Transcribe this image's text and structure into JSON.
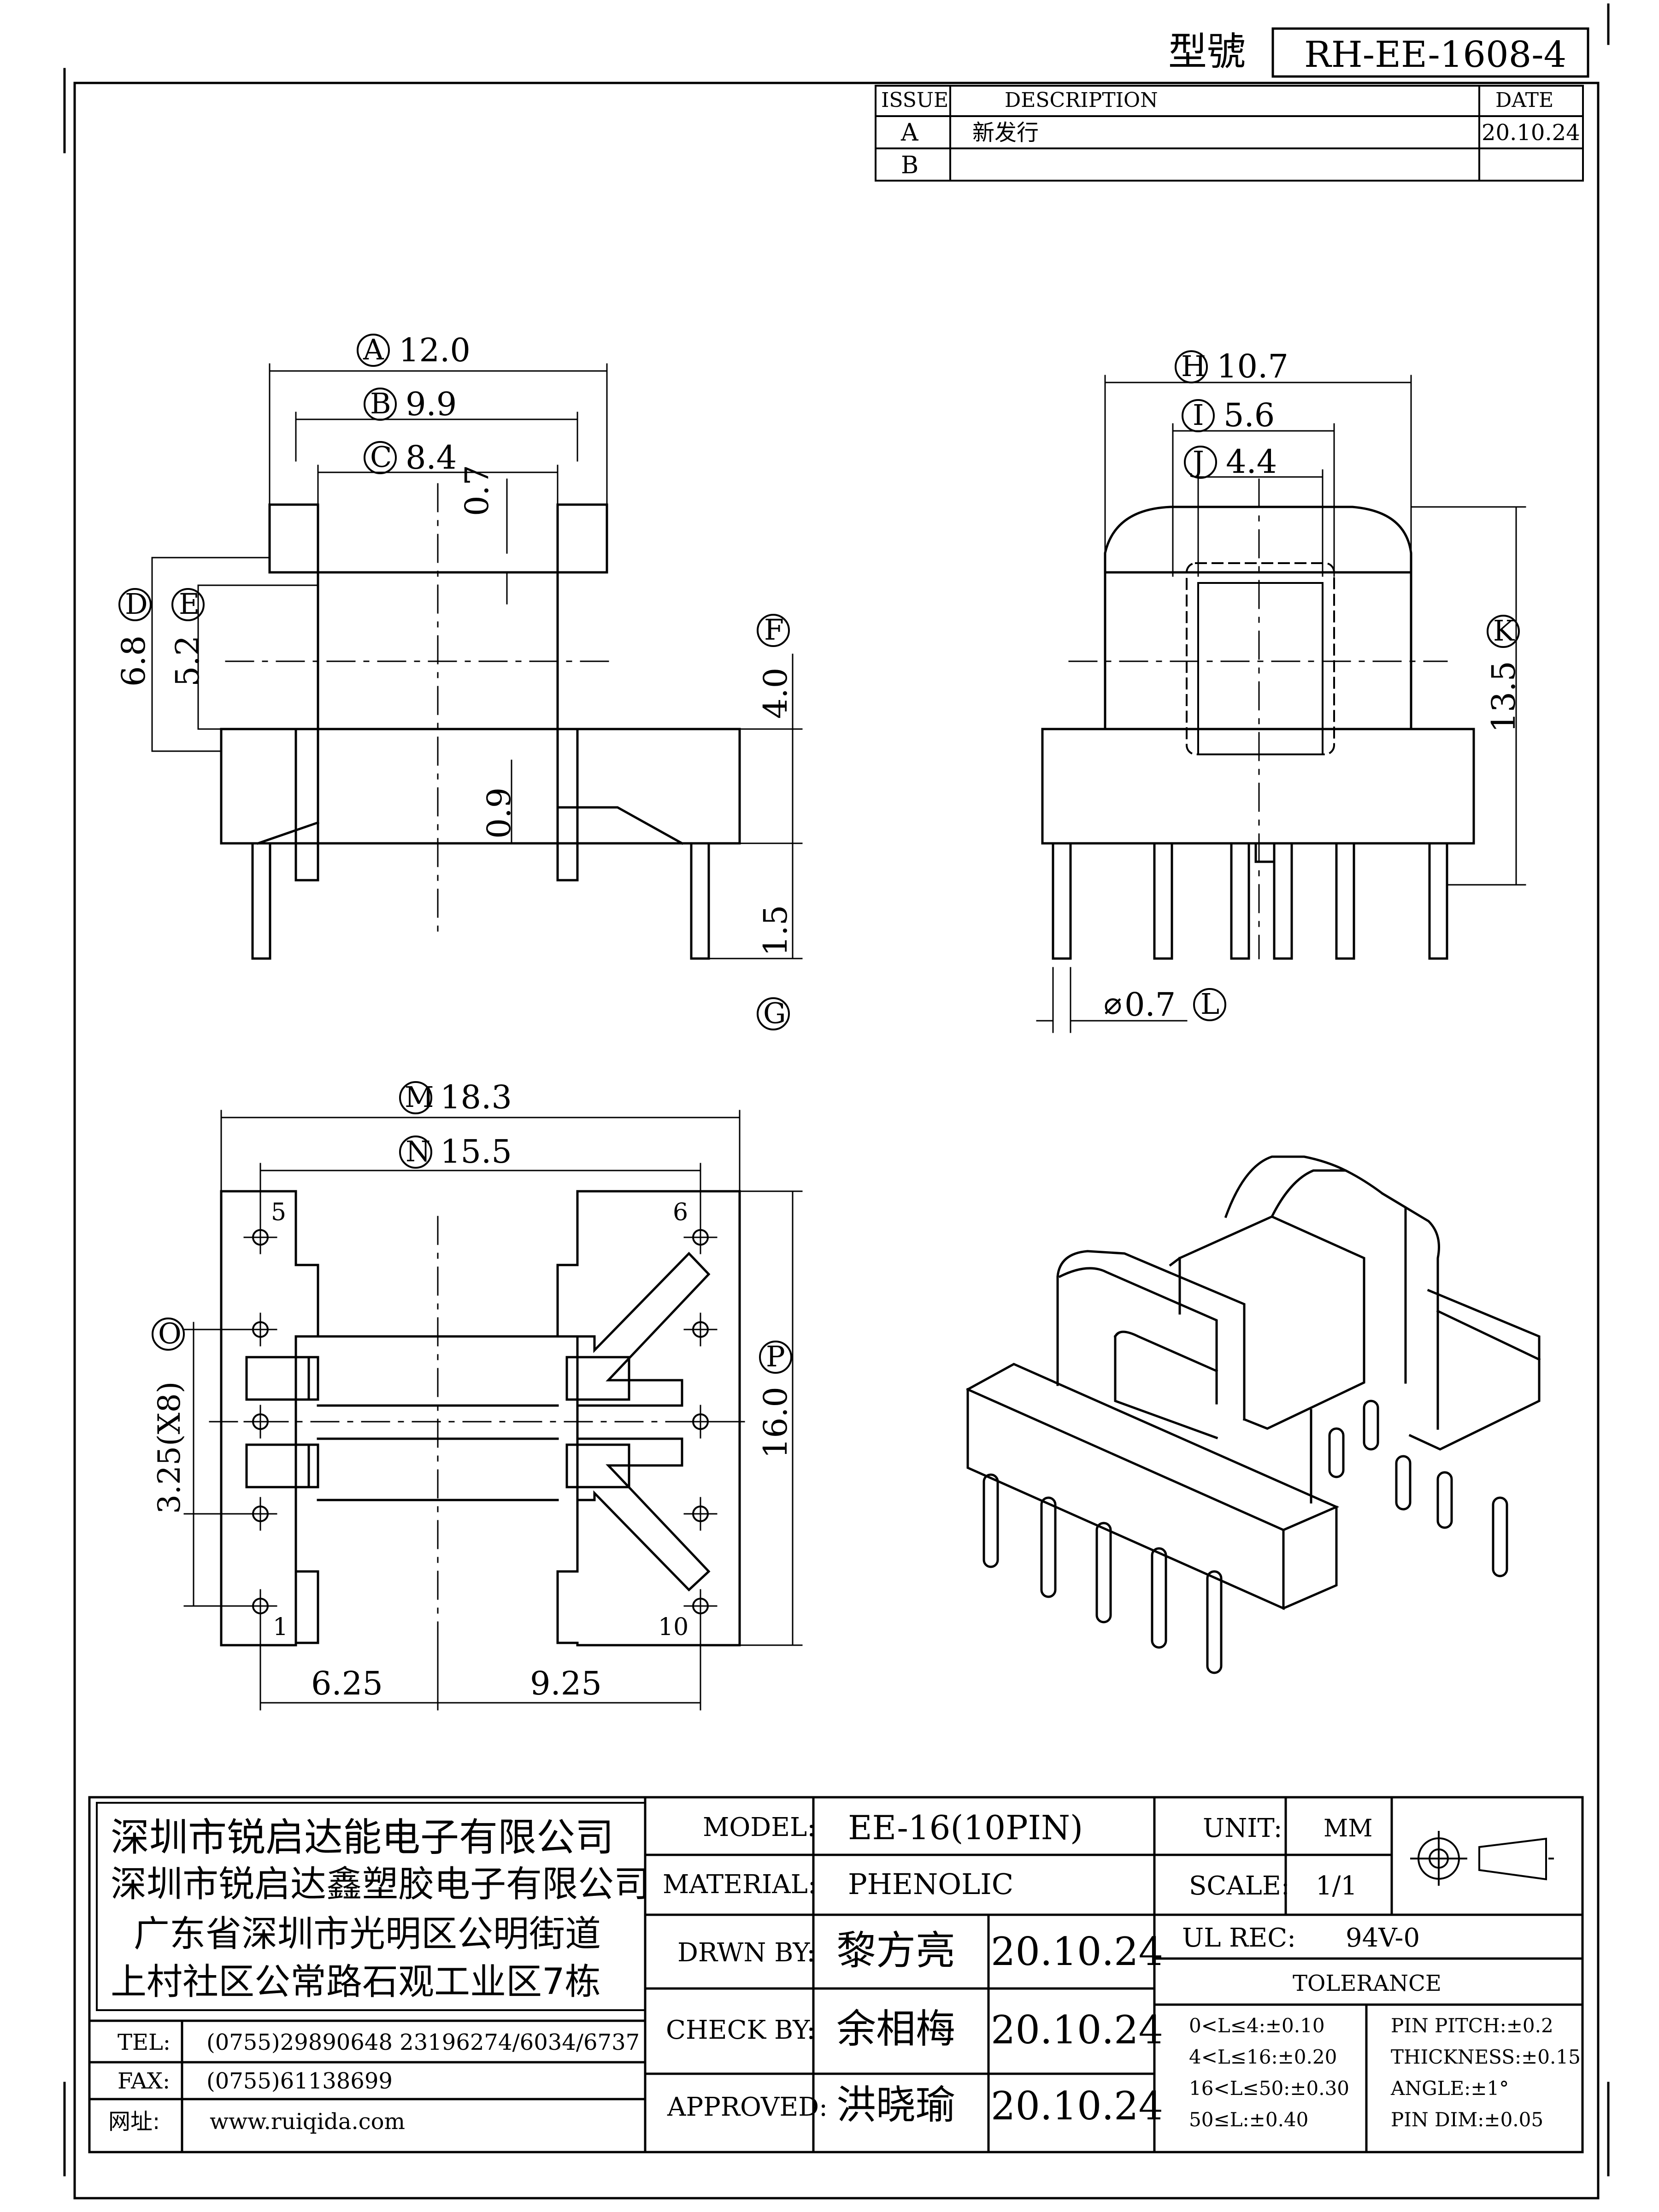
{
  "header": {
    "model_label": "型號",
    "model_number": "RH-EE-1608-4"
  },
  "revision": {
    "headers": {
      "issue": "ISSUE",
      "description": "DESCRIPTION",
      "date": "DATE"
    },
    "rows": [
      {
        "issue": "A",
        "description": "新发行",
        "date": "20.10.24"
      },
      {
        "issue": "B",
        "description": "",
        "date": ""
      }
    ]
  },
  "dims": {
    "A": "12.0",
    "B": "9.9",
    "C": "8.4",
    "D": "6.8",
    "E": "5.2",
    "F": "4.0",
    "G": "",
    "H": "10.7",
    "I": "5.6",
    "J": "4.4",
    "K": "13.5",
    "L": "0.7",
    "M": "18.3",
    "N": "15.5",
    "O": "3.25(X8)",
    "P": "16.0",
    "v07": "0.7",
    "v09": "0.9",
    "v15": "1.5",
    "h625": "6.25",
    "h925": "9.25",
    "dia_symbol": "⌀"
  },
  "pins": {
    "p5": "5",
    "p6": "6",
    "p1": "1",
    "p10": "10"
  },
  "company": {
    "lines": [
      "深圳市锐启达能电子有限公司",
      "深圳市锐启达鑫塑胶电子有限公司",
      "广东省深圳市光明区公明街道",
      "上村社区公常路石观工业区7栋"
    ],
    "tel_label": "TEL:",
    "tel": "(0755)29890648  23196274/6034/6737",
    "fax_label": "FAX:",
    "fax": "(0755)61138699",
    "web_label": "网址:",
    "web": "www.ruiqida.com"
  },
  "title_block": {
    "model_label": "MODEL:",
    "model": "EE-16(10PIN)",
    "material_label": "MATERIAL:",
    "material": "PHENOLIC",
    "drawn_label": "DRWN BY:",
    "drawn_name": "黎方亮",
    "drawn_date": "20.10.24",
    "check_label": "CHECK BY:",
    "check_name": "余相梅",
    "check_date": "20.10.24",
    "approved_label": "APPROVED:",
    "approved_name": "洪晓瑜",
    "approved_date": "20.10.24",
    "unit_label": "UNIT:",
    "unit": "MM",
    "scale_label": "SCALE:",
    "scale": "1/1",
    "ul_label": "UL REC:",
    "ul": "94V-0",
    "tolerance_label": "TOLERANCE",
    "tol_left": [
      "0<L≤4:±0.10",
      "4<L≤16:±0.20",
      "16<L≤50:±0.30",
      "50≤L:±0.40"
    ],
    "tol_right": [
      "PIN PITCH:±0.2",
      "THICKNESS:±0.15",
      "ANGLE:±1°",
      "PIN DIM:±0.05"
    ]
  }
}
